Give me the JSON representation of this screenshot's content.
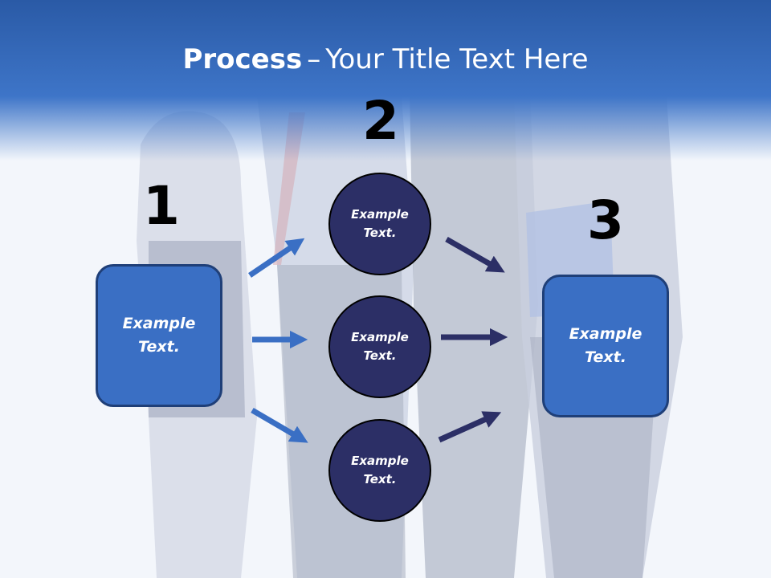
{
  "title": {
    "bold": "Process",
    "dash": "–",
    "rest": "Your Title Text Here"
  },
  "steps": [
    {
      "number": "1",
      "text": "Example Text."
    },
    {
      "number": "2",
      "text": "Example Text."
    },
    {
      "number": "3",
      "text": "Example Text."
    }
  ],
  "circles": [
    {
      "text": "Example Text."
    },
    {
      "text": "Example Text."
    },
    {
      "text": "Example Text."
    }
  ],
  "colors": {
    "header": "#3e75c8",
    "box_fill": "#3a6fc4",
    "circle_fill": "#2c2f66",
    "left_arrow": "#3a6fc4",
    "right_arrow": "#2c2f66"
  },
  "icons": {
    "arrow": "arrow-icon"
  }
}
